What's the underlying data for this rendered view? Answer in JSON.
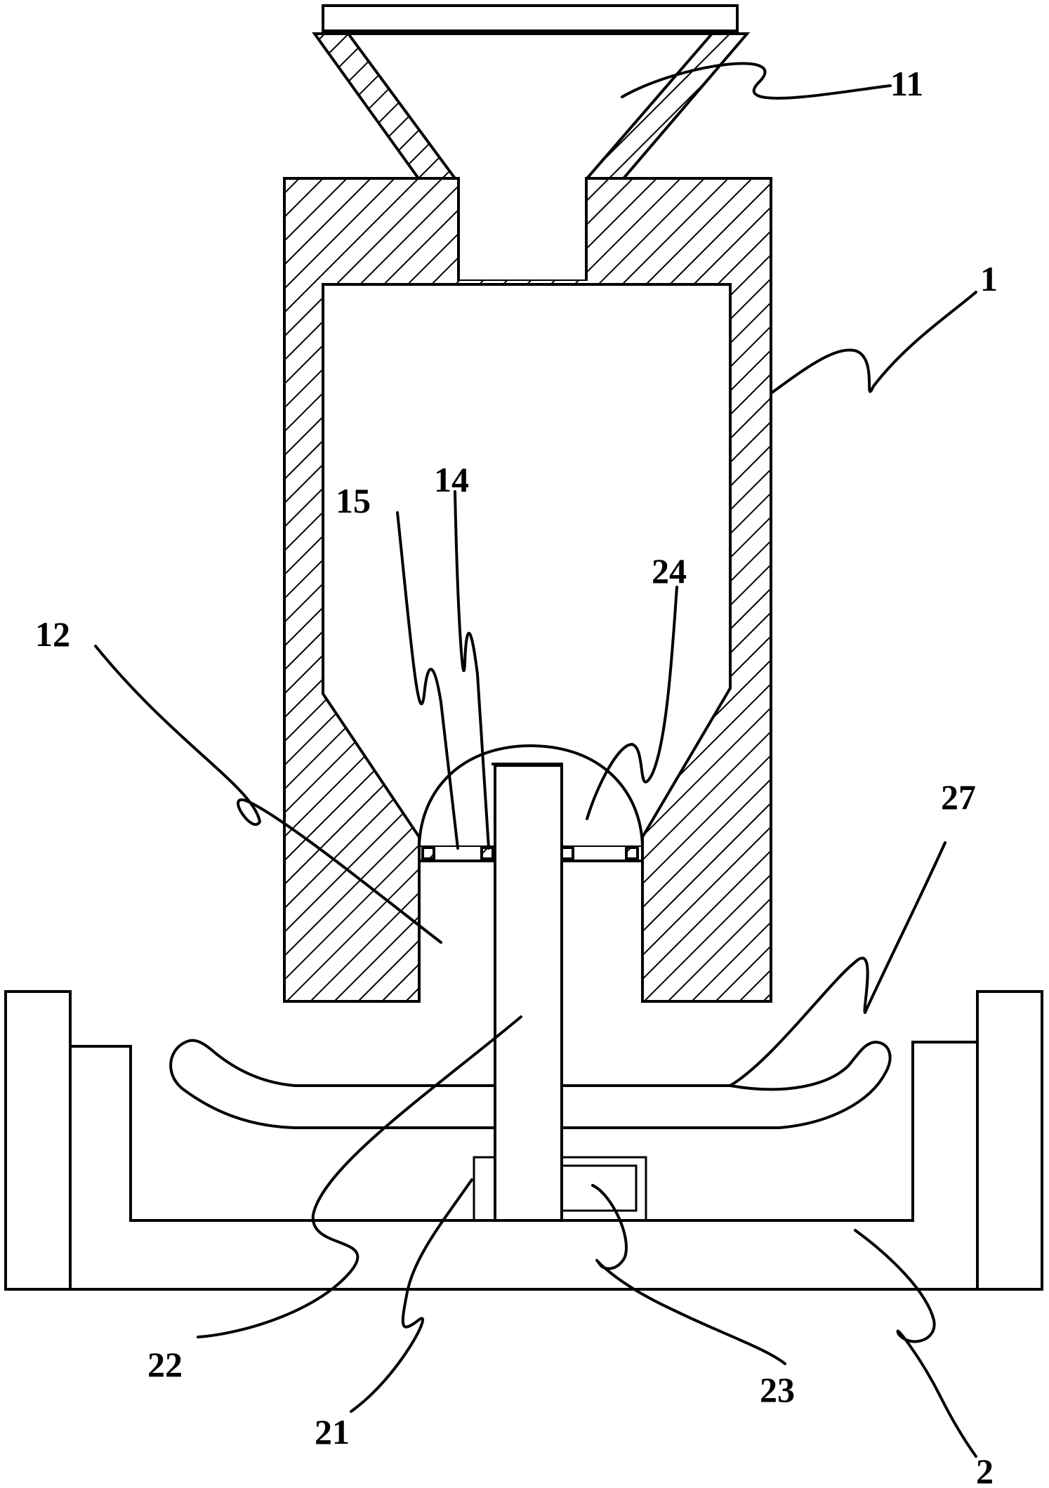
{
  "diagram": {
    "background": "#ffffff",
    "stroke": "#000000",
    "labels": {
      "l11": "11",
      "l1": "1",
      "l15": "15",
      "l14": "14",
      "l24": "24",
      "l12": "12",
      "l27": "27",
      "l22": "22",
      "l23": "23",
      "l21": "21",
      "l2": "2"
    }
  }
}
